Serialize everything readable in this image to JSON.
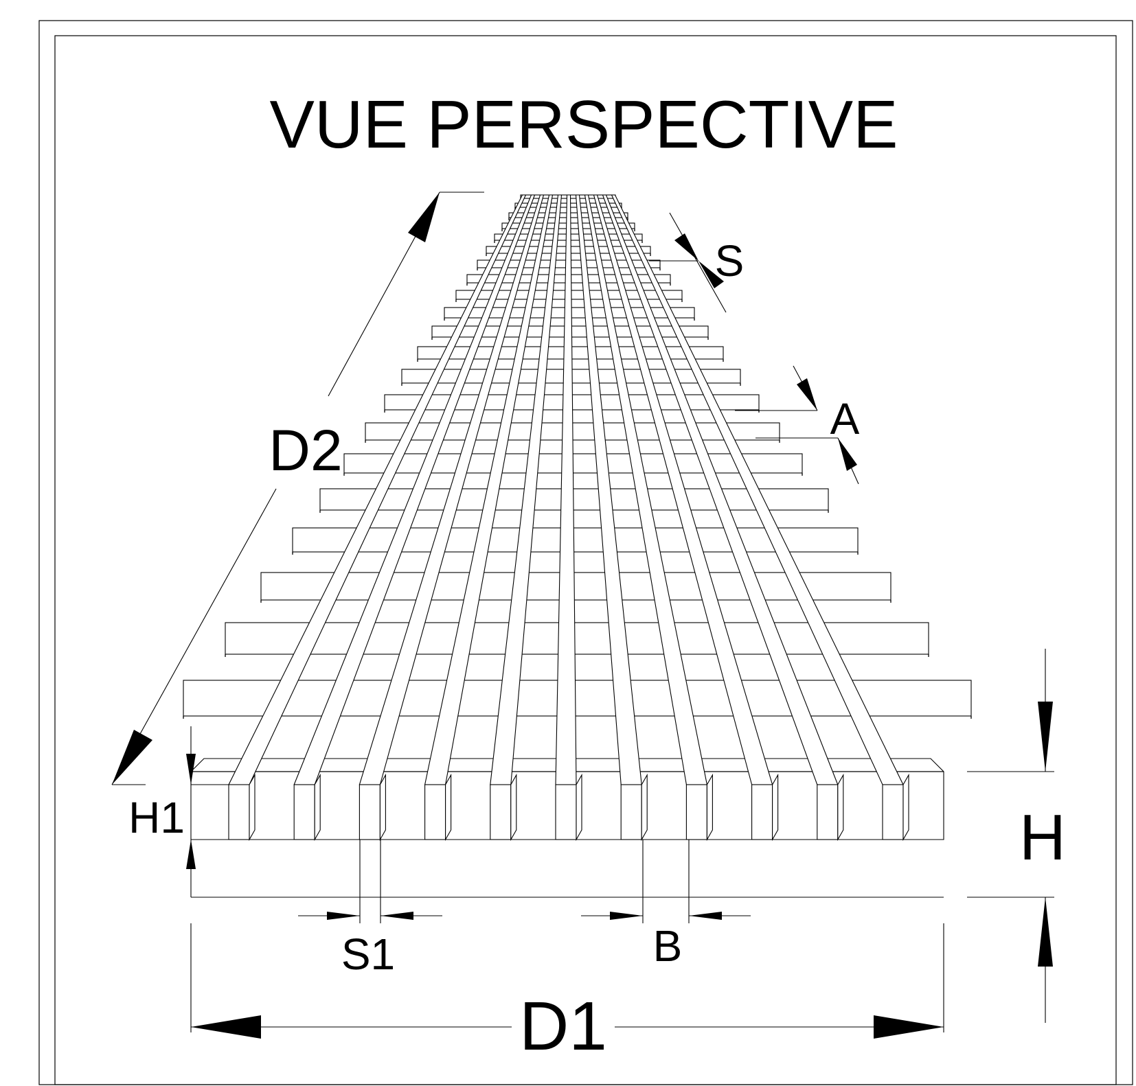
{
  "title": "VUE PERSPECTIVE",
  "labels": {
    "d1": "D1",
    "d2": "D2",
    "h": "H",
    "h1": "H1",
    "s": "S",
    "s1": "S1",
    "a": "A",
    "b": "B"
  },
  "colors": {
    "line": "#000000",
    "background": "#ffffff"
  }
}
